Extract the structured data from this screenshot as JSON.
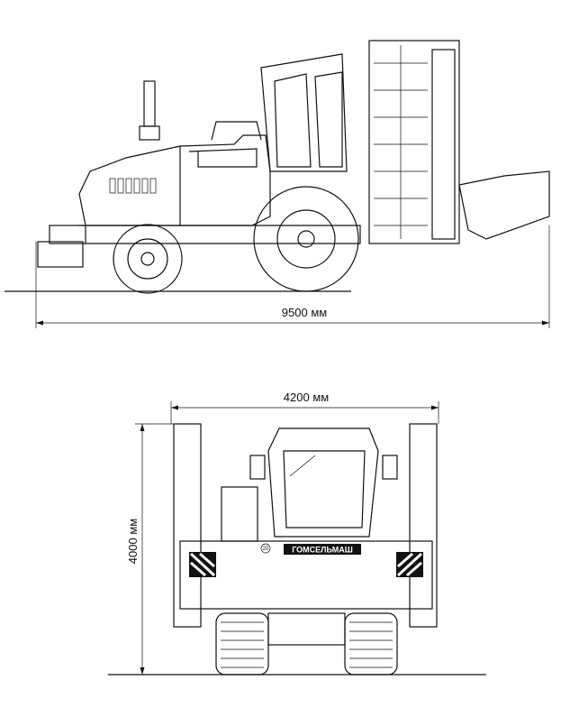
{
  "side_view": {
    "length_label": "9500 мм"
  },
  "front_view": {
    "width_label": "4200 мм",
    "height_label": "4000 мм",
    "brand_plate": "ГОМСЕЛЬМАШ",
    "badge_number": "20"
  }
}
